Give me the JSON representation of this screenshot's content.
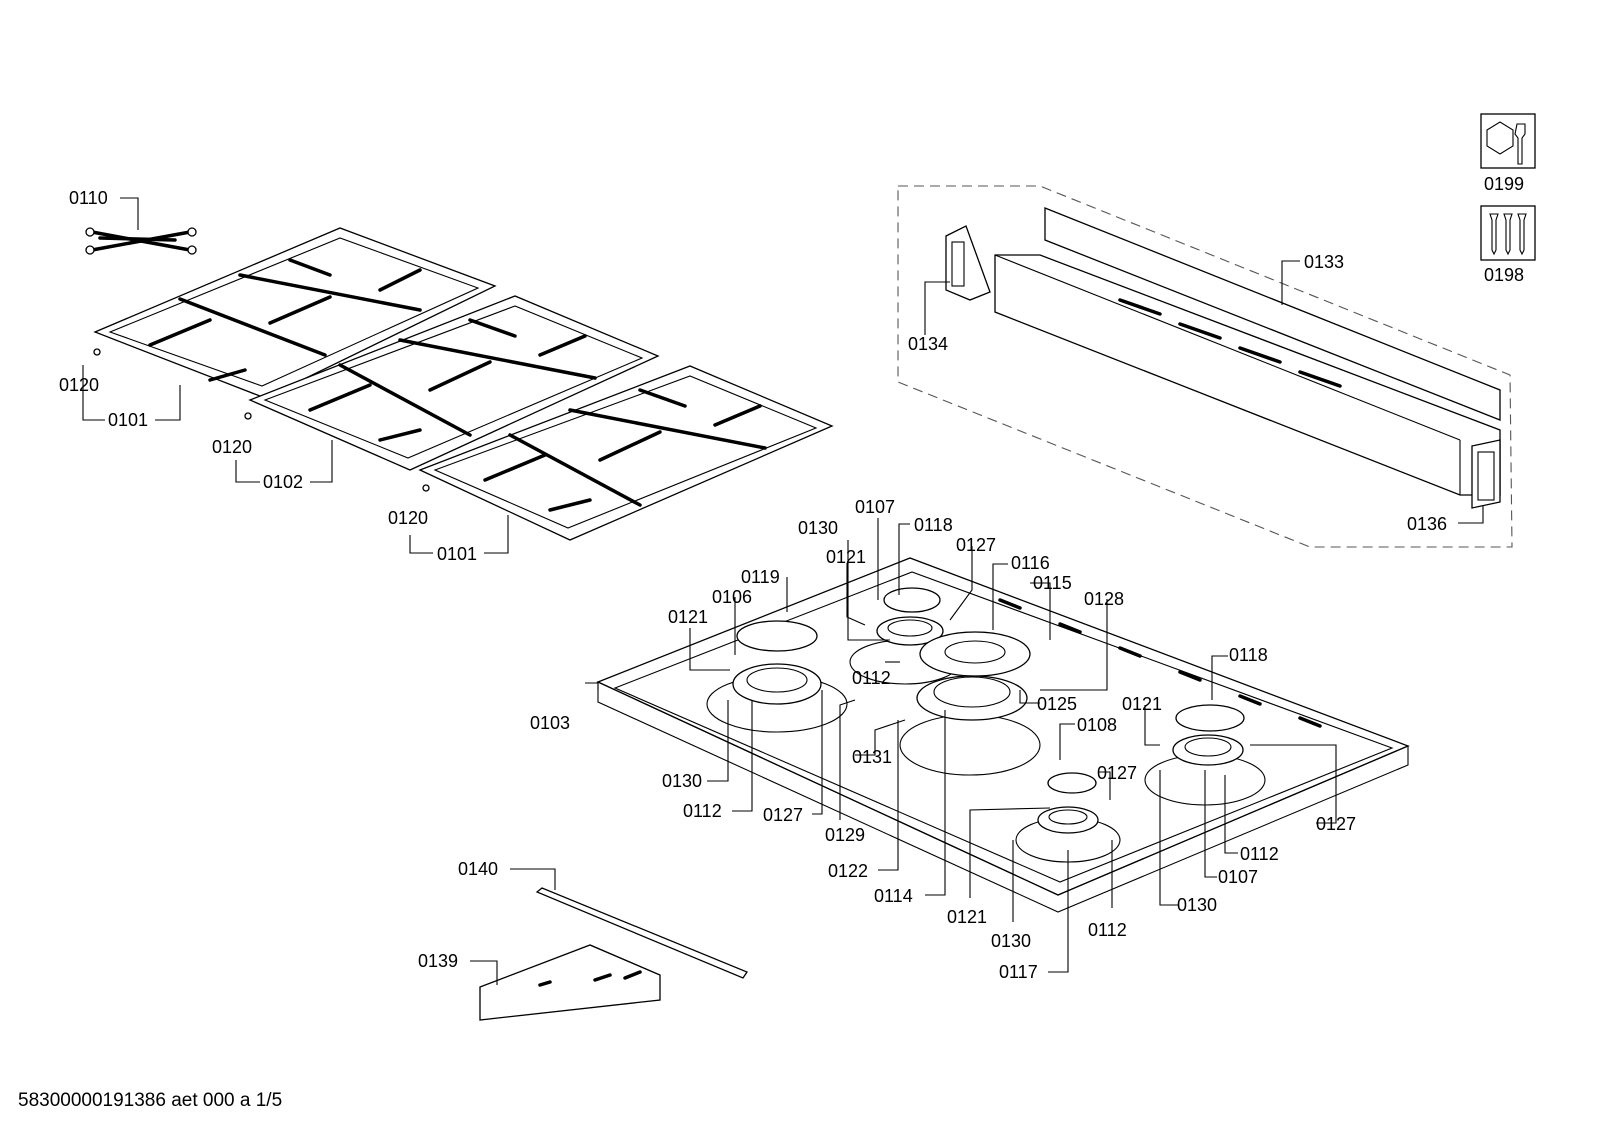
{
  "footer": "58300000191386 aet 000 a 1/5",
  "labels": {
    "l0110": "0110",
    "l0120a": "0120",
    "l0101a": "0101",
    "l0120b": "0120",
    "l0102": "0102",
    "l0120c": "0120",
    "l0101b": "0101",
    "l0134": "0134",
    "l0133": "0133",
    "l0136": "0136",
    "l0199": "0199",
    "l0198": "0198",
    "l0107a": "0107",
    "l0130a": "0130",
    "l0118a": "0118",
    "l0127a": "0127",
    "l0121a": "0121",
    "l0116": "0116",
    "l0115": "0115",
    "l0119": "0119",
    "l0128": "0128",
    "l0106": "0106",
    "l0121b": "0121",
    "l0118b": "0118",
    "l0112a": "0112",
    "l0103": "0103",
    "l0125": "0125",
    "l0121c": "0121",
    "l0108": "0108",
    "l0131": "0131",
    "l0130b": "0130",
    "l0127b": "0127",
    "l0112b": "0112",
    "l0127c": "0127",
    "l0129": "0129",
    "l0127d": "0127",
    "l0112c": "0112",
    "l0122": "0122",
    "l0107b": "0107",
    "l0114": "0114",
    "l0130c": "0130",
    "l0121d": "0121",
    "l0112d": "0112",
    "l0130d": "0130",
    "l0117": "0117",
    "l0140": "0140",
    "l0139": "0139"
  }
}
